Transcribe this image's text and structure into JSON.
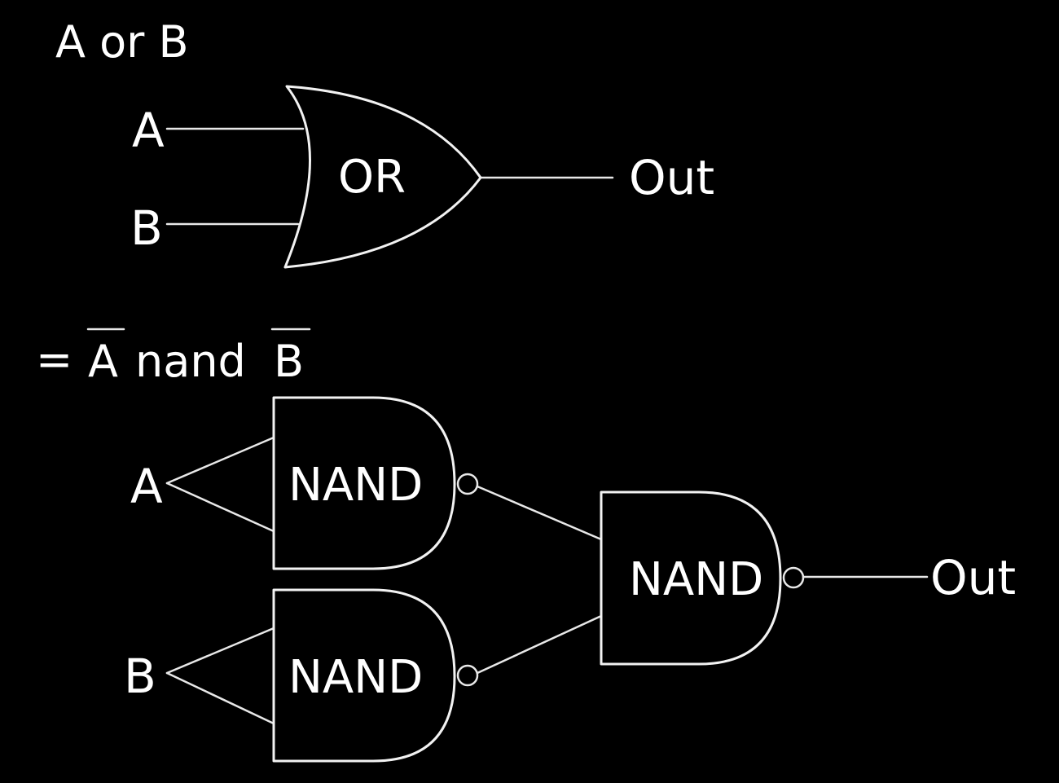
{
  "top_title": "A or B",
  "or_circuit": {
    "input_a": "A",
    "input_b": "B",
    "gate_label": "OR",
    "output": "Out"
  },
  "equivalence": {
    "equals": "=",
    "operand_a": "A",
    "operator": "nand",
    "operand_b": "B"
  },
  "nand_circuit": {
    "input_a": "A",
    "input_b": "B",
    "gate_top_label": "NAND",
    "gate_bottom_label": "NAND",
    "gate_final_label": "NAND",
    "output": "Out"
  },
  "colors": {
    "background": "#000000",
    "chalk": "#f2f2f2"
  }
}
